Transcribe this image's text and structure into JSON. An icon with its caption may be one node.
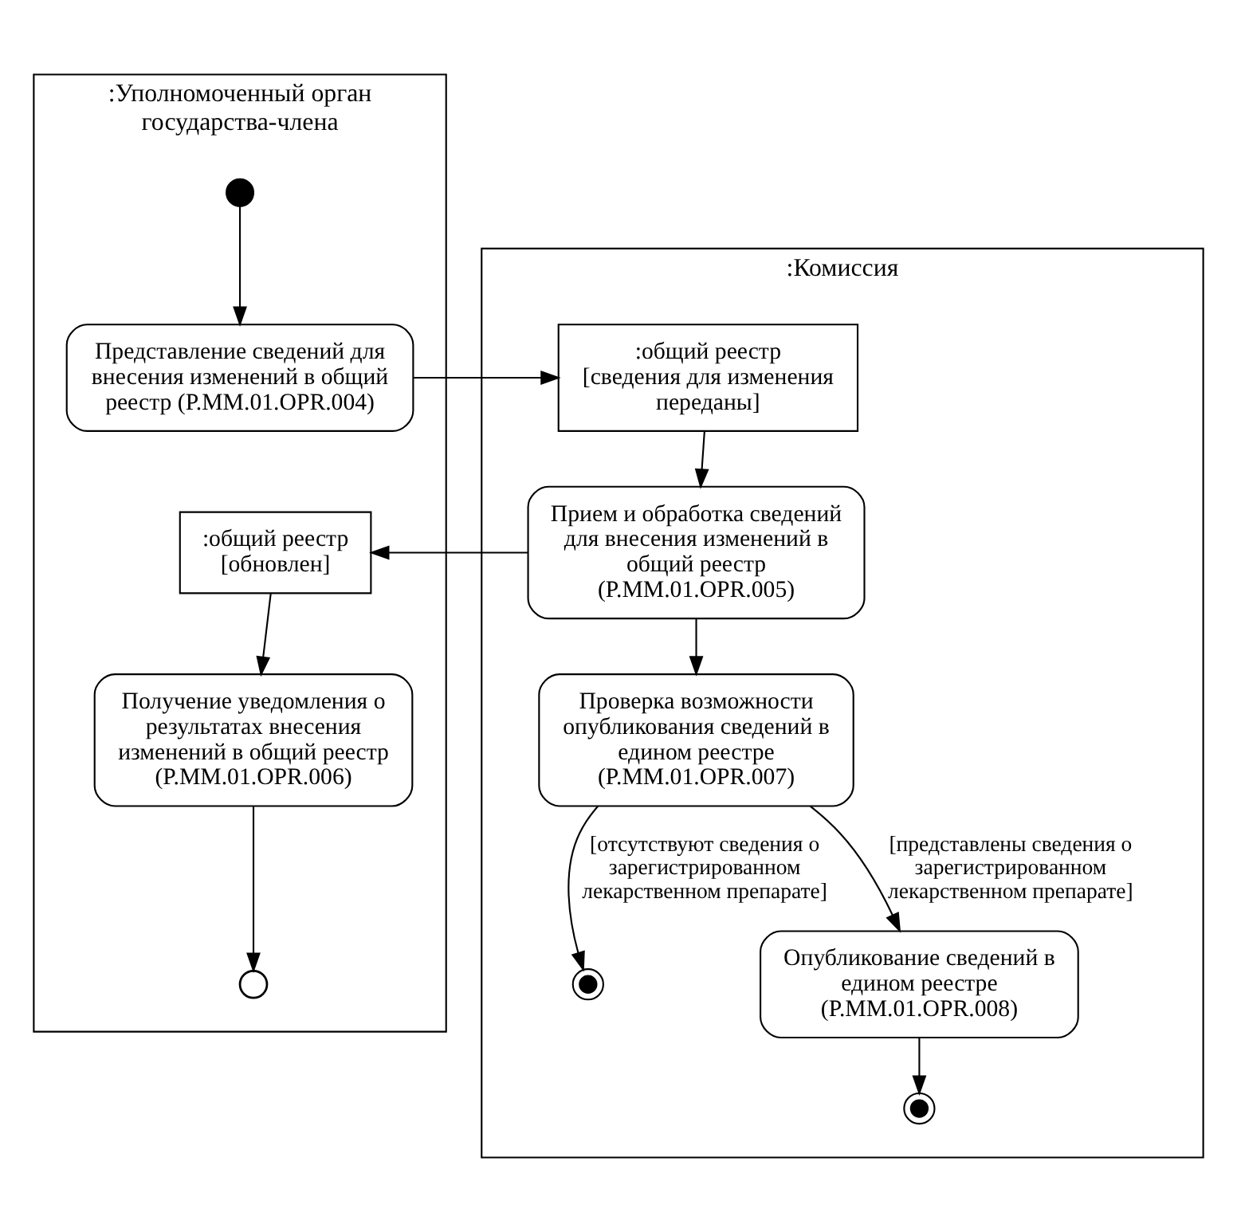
{
  "diagram": {
    "nodes": [
      {
        "text": [
          ":Уполномоченный орган государства-члена"
        ]
      },
      {
        "text": [
          ":Комиссия"
        ]
      },
      {
        "text": [],
        "shape": "circle",
        "in": 0
      },
      {
        "text": [
          "Представление сведений для внесения изменений в общий реестр (P.MM.01.OPR.004)"
        ],
        "in": 0
      },
      {
        "text": [
          ":общий реестр",
          "[сведения для изменения переданы]"
        ],
        "in": 1
      },
      {
        "text": [
          "Прием и обработка сведений для внесения изменений в общий реестр (P.MM.01.OPR.005)"
        ],
        "in": 1
      },
      {
        "text": [
          ":общий реестр",
          "[обновлен]"
        ],
        "in": 0
      },
      {
        "text": [
          "Получение уведомления о результатах внесения изменений в общий реестр (P.MM.01.OPR.006)"
        ],
        "in": 0
      },
      {
        "text": [],
        "shape": "circle",
        "in": 0
      },
      {
        "text": [
          "Проверка возможности опубликования сведений в едином реестре (P.MM.01.OPR.007)"
        ],
        "in": 1
      },
      {
        "text": [],
        "shape": "circle",
        "in": 1
      },
      {
        "text": [
          "Опубликование сведений в едином реестре (P.MM.01.OPR.008)"
        ],
        "in": 1
      },
      {
        "text": [],
        "shape": "circle",
        "in": 1
      }
    ],
    "edges": [
      {
        "from": 2,
        "to": 3,
        "arrow": "to"
      },
      {
        "from": 3,
        "to": 4,
        "arrow": "to"
      },
      {
        "from": 4,
        "to": 5,
        "arrow": "to"
      },
      {
        "from": 5,
        "to": 6,
        "arrow": "to"
      },
      {
        "from": 6,
        "to": 7,
        "arrow": "to"
      },
      {
        "from": 7,
        "to": 8,
        "arrow": "to"
      },
      {
        "from": 5,
        "to": 9,
        "arrow": "to"
      },
      {
        "from": 9,
        "to": 11,
        "arrow": "to",
        "label": "[представлены сведения о зарегистрированном лекарственном препарате]"
      },
      {
        "from": 9,
        "to": 10,
        "arrow": "to",
        "label": "[отсутствуют сведения о зарегистрированном лекарственном препарате]"
      },
      {
        "from": 11,
        "to": 12,
        "arrow": "to"
      }
    ]
  }
}
